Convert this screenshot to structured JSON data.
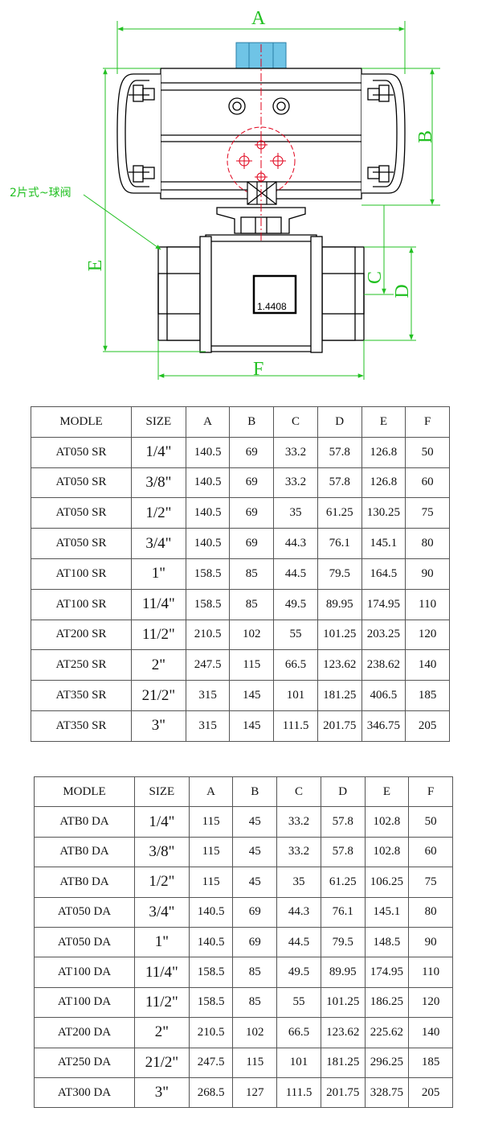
{
  "drawing": {
    "dimension_labels": {
      "A": "A",
      "B": "B",
      "C": "C",
      "D": "D",
      "E": "E",
      "F": "F"
    },
    "callout": "2片式~球阀",
    "nameplate": "1.4408",
    "colors": {
      "dimension": "#22c022",
      "centerline": "#e0001a",
      "stem": "#6fc4e6",
      "outline": "#000000"
    }
  },
  "table_sr": {
    "headers": [
      "MODLE",
      "SIZE",
      "A",
      "B",
      "C",
      "D",
      "E",
      "F"
    ],
    "rows": [
      [
        "AT050 SR",
        "1/4\"",
        "140.5",
        "69",
        "33.2",
        "57.8",
        "126.8",
        "50"
      ],
      [
        "AT050 SR",
        "3/8\"",
        "140.5",
        "69",
        "33.2",
        "57.8",
        "126.8",
        "60"
      ],
      [
        "AT050 SR",
        "1/2\"",
        "140.5",
        "69",
        "35",
        "61.25",
        "130.25",
        "75"
      ],
      [
        "AT050 SR",
        "3/4\"",
        "140.5",
        "69",
        "44.3",
        "76.1",
        "145.1",
        "80"
      ],
      [
        "AT100 SR",
        "1\"",
        "158.5",
        "85",
        "44.5",
        "79.5",
        "164.5",
        "90"
      ],
      [
        "AT100 SR",
        "11/4\"",
        "158.5",
        "85",
        "49.5",
        "89.95",
        "174.95",
        "110"
      ],
      [
        "AT200 SR",
        "11/2\"",
        "210.5",
        "102",
        "55",
        "101.25",
        "203.25",
        "120"
      ],
      [
        "AT250 SR",
        "2\"",
        "247.5",
        "115",
        "66.5",
        "123.62",
        "238.62",
        "140"
      ],
      [
        "AT350 SR",
        "21/2\"",
        "315",
        "145",
        "101",
        "181.25",
        "406.5",
        "185"
      ],
      [
        "AT350 SR",
        "3\"",
        "315",
        "145",
        "111.5",
        "201.75",
        "346.75",
        "205"
      ]
    ]
  },
  "table_da": {
    "headers": [
      "MODLE",
      "SIZE",
      "A",
      "B",
      "C",
      "D",
      "E",
      "F"
    ],
    "rows": [
      [
        "ATB0 DA",
        "1/4\"",
        "115",
        "45",
        "33.2",
        "57.8",
        "102.8",
        "50"
      ],
      [
        "ATB0 DA",
        "3/8\"",
        "115",
        "45",
        "33.2",
        "57.8",
        "102.8",
        "60"
      ],
      [
        "ATB0 DA",
        "1/2\"",
        "115",
        "45",
        "35",
        "61.25",
        "106.25",
        "75"
      ],
      [
        "AT050 DA",
        "3/4\"",
        "140.5",
        "69",
        "44.3",
        "76.1",
        "145.1",
        "80"
      ],
      [
        "AT050 DA",
        "1\"",
        "140.5",
        "69",
        "44.5",
        "79.5",
        "148.5",
        "90"
      ],
      [
        "AT100 DA",
        "11/4\"",
        "158.5",
        "85",
        "49.5",
        "89.95",
        "174.95",
        "110"
      ],
      [
        "AT100 DA",
        "11/2\"",
        "158.5",
        "85",
        "55",
        "101.25",
        "186.25",
        "120"
      ],
      [
        "AT200 DA",
        "2\"",
        "210.5",
        "102",
        "66.5",
        "123.62",
        "225.62",
        "140"
      ],
      [
        "AT250 DA",
        "21/2\"",
        "247.5",
        "115",
        "101",
        "181.25",
        "296.25",
        "185"
      ],
      [
        "AT300 DA",
        "3\"",
        "268.5",
        "127",
        "111.5",
        "201.75",
        "328.75",
        "205"
      ]
    ]
  }
}
